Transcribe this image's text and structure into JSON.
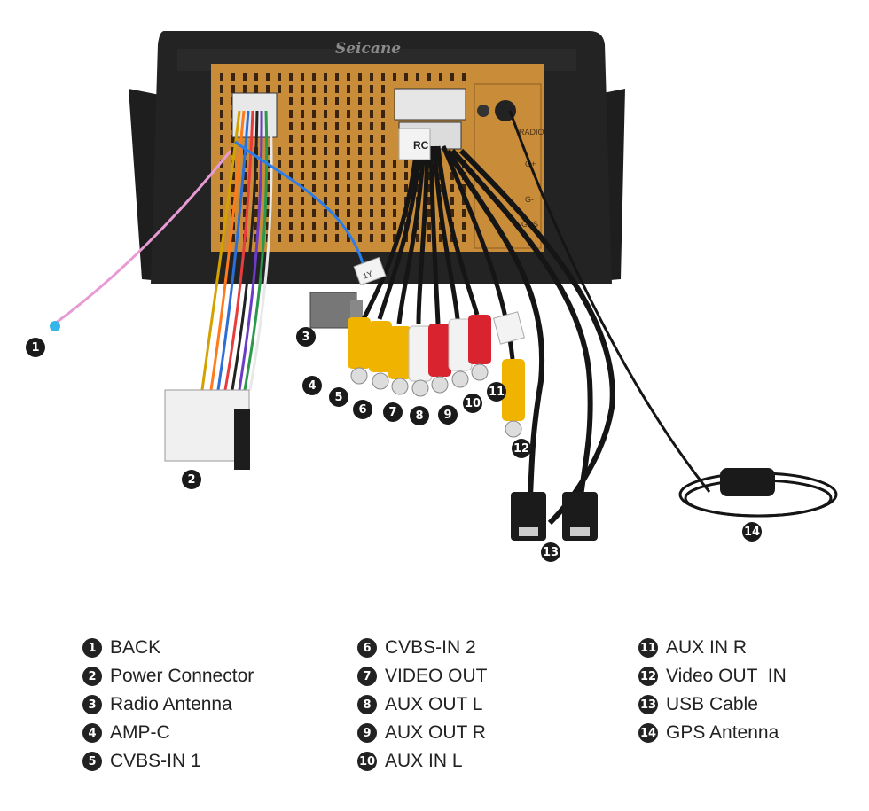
{
  "brand": "Seicane",
  "panel_labels": [
    "RADIO",
    "G+",
    "G-",
    "GPS"
  ],
  "tag_texts": [
    "1Y",
    "RC"
  ],
  "callouts": [
    "1",
    "2",
    "3",
    "4",
    "5",
    "6",
    "7",
    "8",
    "9",
    "10",
    "11",
    "12",
    "13",
    "14"
  ],
  "legend": {
    "col1": [
      {
        "num": "1",
        "text": "BACK"
      },
      {
        "num": "2",
        "text": "Power Connector"
      },
      {
        "num": "3",
        "text": "Radio Antenna"
      },
      {
        "num": "4",
        "text": "AMP-C"
      },
      {
        "num": "5",
        "text": "CVBS-IN 1"
      }
    ],
    "col2": [
      {
        "num": "6",
        "text": "CVBS-IN 2"
      },
      {
        "num": "7",
        "text": "VIDEO OUT"
      },
      {
        "num": "8",
        "text": "AUX OUT L"
      },
      {
        "num": "9",
        "text": "AUX OUT R"
      },
      {
        "num": "10",
        "text": "AUX IN L"
      }
    ],
    "col3": [
      {
        "num": "11",
        "text": "AUX IN R"
      },
      {
        "num": "12",
        "text": "Video OUT  IN"
      },
      {
        "num": "13",
        "text": "USB Cable"
      },
      {
        "num": "14",
        "text": "GPS Antenna"
      }
    ]
  },
  "colors": {
    "board": "#c98d3a",
    "frame": "#1c1c1c",
    "rca_yellow": "#f0b400",
    "rca_white": "#f2f2f2",
    "rca_red": "#d9232e",
    "cable": "#151515"
  }
}
